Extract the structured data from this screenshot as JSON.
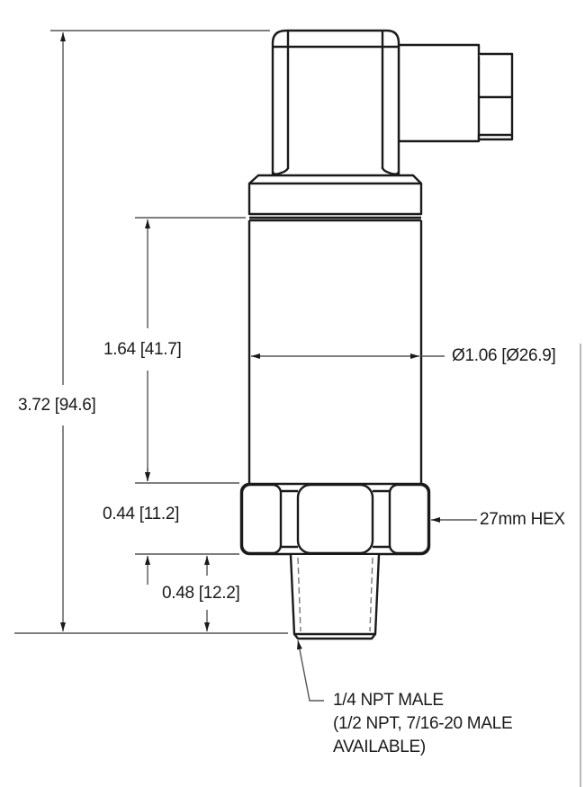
{
  "diagram": {
    "type": "dimensioned technical drawing",
    "subject": "pressure transducer with DIN connector",
    "colors": {
      "outline": "#1a1a1a",
      "dimension_line": "#555555",
      "background": "#ffffff"
    },
    "dimensions": {
      "overall_height": "3.72 [94.6]",
      "body_length": "1.64 [41.7]",
      "body_diameter": "Ø1.06 [Ø26.9]",
      "hex_height": "0.44 [11.2]",
      "hex_size": "27mm HEX",
      "thread_length": "0.48 [12.2]"
    },
    "note": {
      "line1": "1/4 NPT MALE",
      "line2": "(1/2 NPT, 7/16-20 MALE",
      "line3": "AVAILABLE)"
    },
    "parts": [
      "DIN connector",
      "connector flange",
      "cylindrical body",
      "27mm hex",
      "1/4 NPT threaded port"
    ]
  }
}
